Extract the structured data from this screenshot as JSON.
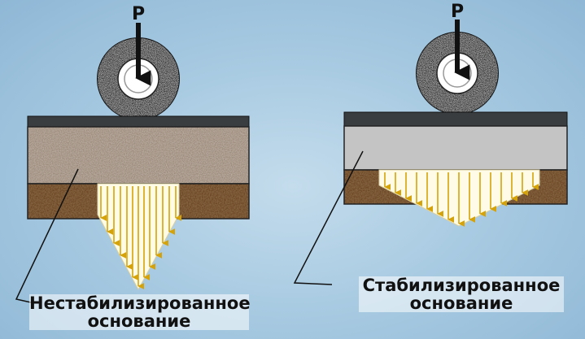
{
  "load_label": "P",
  "left": {
    "caption_line1": "Нестабилизированное",
    "caption_line2": "основание"
  },
  "right": {
    "caption_line1": "Стабилизированное",
    "caption_line2": "основание"
  },
  "colors": {
    "background": "#a9cbe2",
    "surface_layer": "#3a3d40",
    "unstabilized_base": "#9a8878",
    "stabilized_base": "#c4c4c4",
    "subgrade": "#6b4422",
    "stress_fill": "#fffbe6",
    "stress_arrows": "#d4a20a",
    "wheel": "#2a2a2a"
  }
}
